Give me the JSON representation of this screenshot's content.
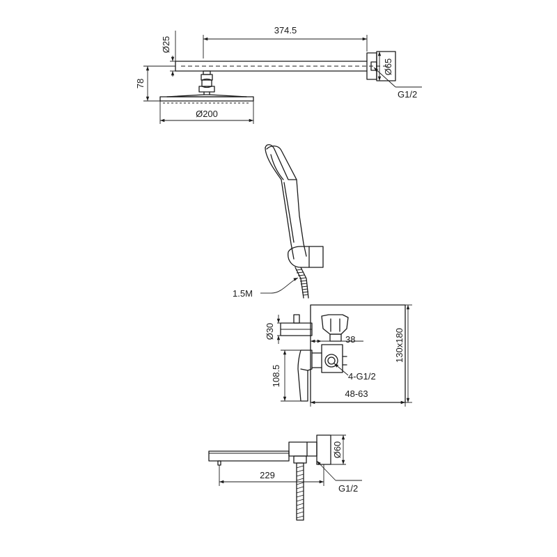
{
  "overhead_shower": {
    "arm_length": "374.5",
    "arm_diameter": "Ø25",
    "flange_diameter": "Ø65",
    "drop_height": "78",
    "head_diameter": "Ø200",
    "thread": "G1/2"
  },
  "hand_shower": {
    "hose_length": "1.5M"
  },
  "mixer_valve": {
    "handle_diameter": "Ø30",
    "body_depth": "38",
    "handle_height": "108.5",
    "outlets": "4-G1/2",
    "plate_size": "130x180",
    "install_depth": "48-63"
  },
  "bath_spout": {
    "spout_length": "229",
    "flange_diameter": "Ø60",
    "thread": "G1/2"
  }
}
